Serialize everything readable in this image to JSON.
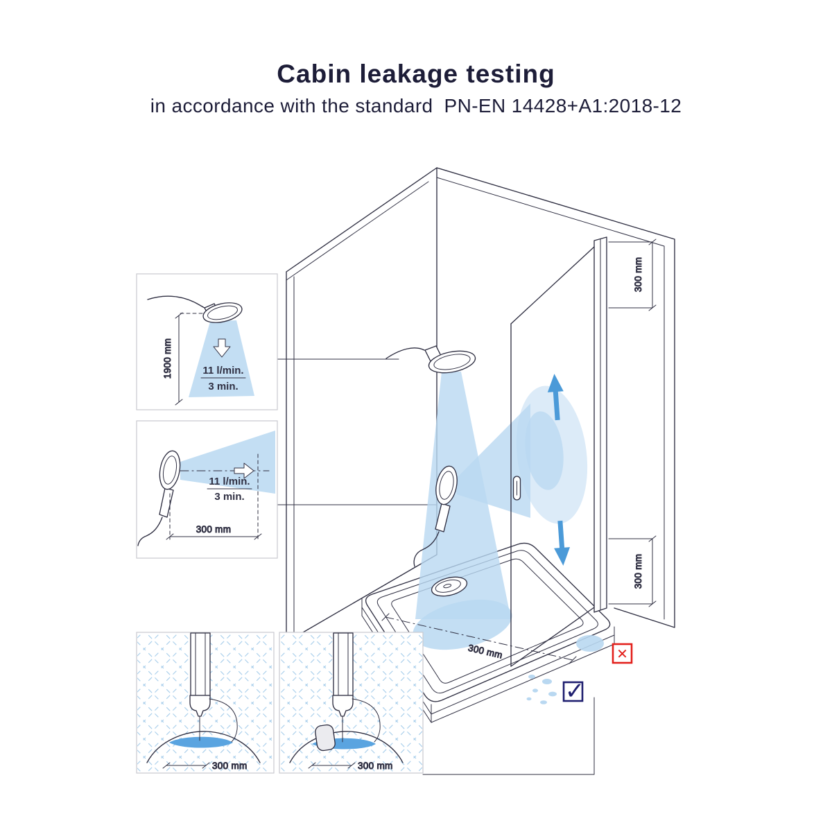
{
  "header": {
    "title": "Cabin leakage testing",
    "subtitle": "in accordance with the standard",
    "standard": "PN-EN 14428+A1:2018-12"
  },
  "cabin": {
    "top_zone_label": "300 mm",
    "bottom_zone_label": "300 mm",
    "tray_span_label": "300 mm"
  },
  "insets": {
    "vertical_spray": {
      "height_label": "1900 mm",
      "flow_label": "11 l/min.",
      "time_label": "3 min."
    },
    "horizontal_spray": {
      "flow_label": "11 l/min.",
      "time_label": "3 min.",
      "distance_label": "300 mm"
    },
    "seal_jet_detail": {
      "distance_label": "300 mm"
    },
    "seal_spray_detail": {
      "distance_label": "300 mm"
    }
  },
  "status": {
    "fail_symbol": "✕",
    "pass_symbol": "✓"
  },
  "colors": {
    "title": "#1d1d38",
    "line": "#2f2f42",
    "dim_text": "#3c3c50",
    "water": "#b9d8f1",
    "water_soft": "#d7e9f8",
    "puddle": "#5aa4e0",
    "arrow": "#4b9ad8",
    "hatch": "#abd0ec",
    "head_dots": "#5c6b85",
    "panel_border": "#c9c9cf",
    "fail_red": "#e3201c",
    "pass_navy": "#1e1e6f"
  }
}
